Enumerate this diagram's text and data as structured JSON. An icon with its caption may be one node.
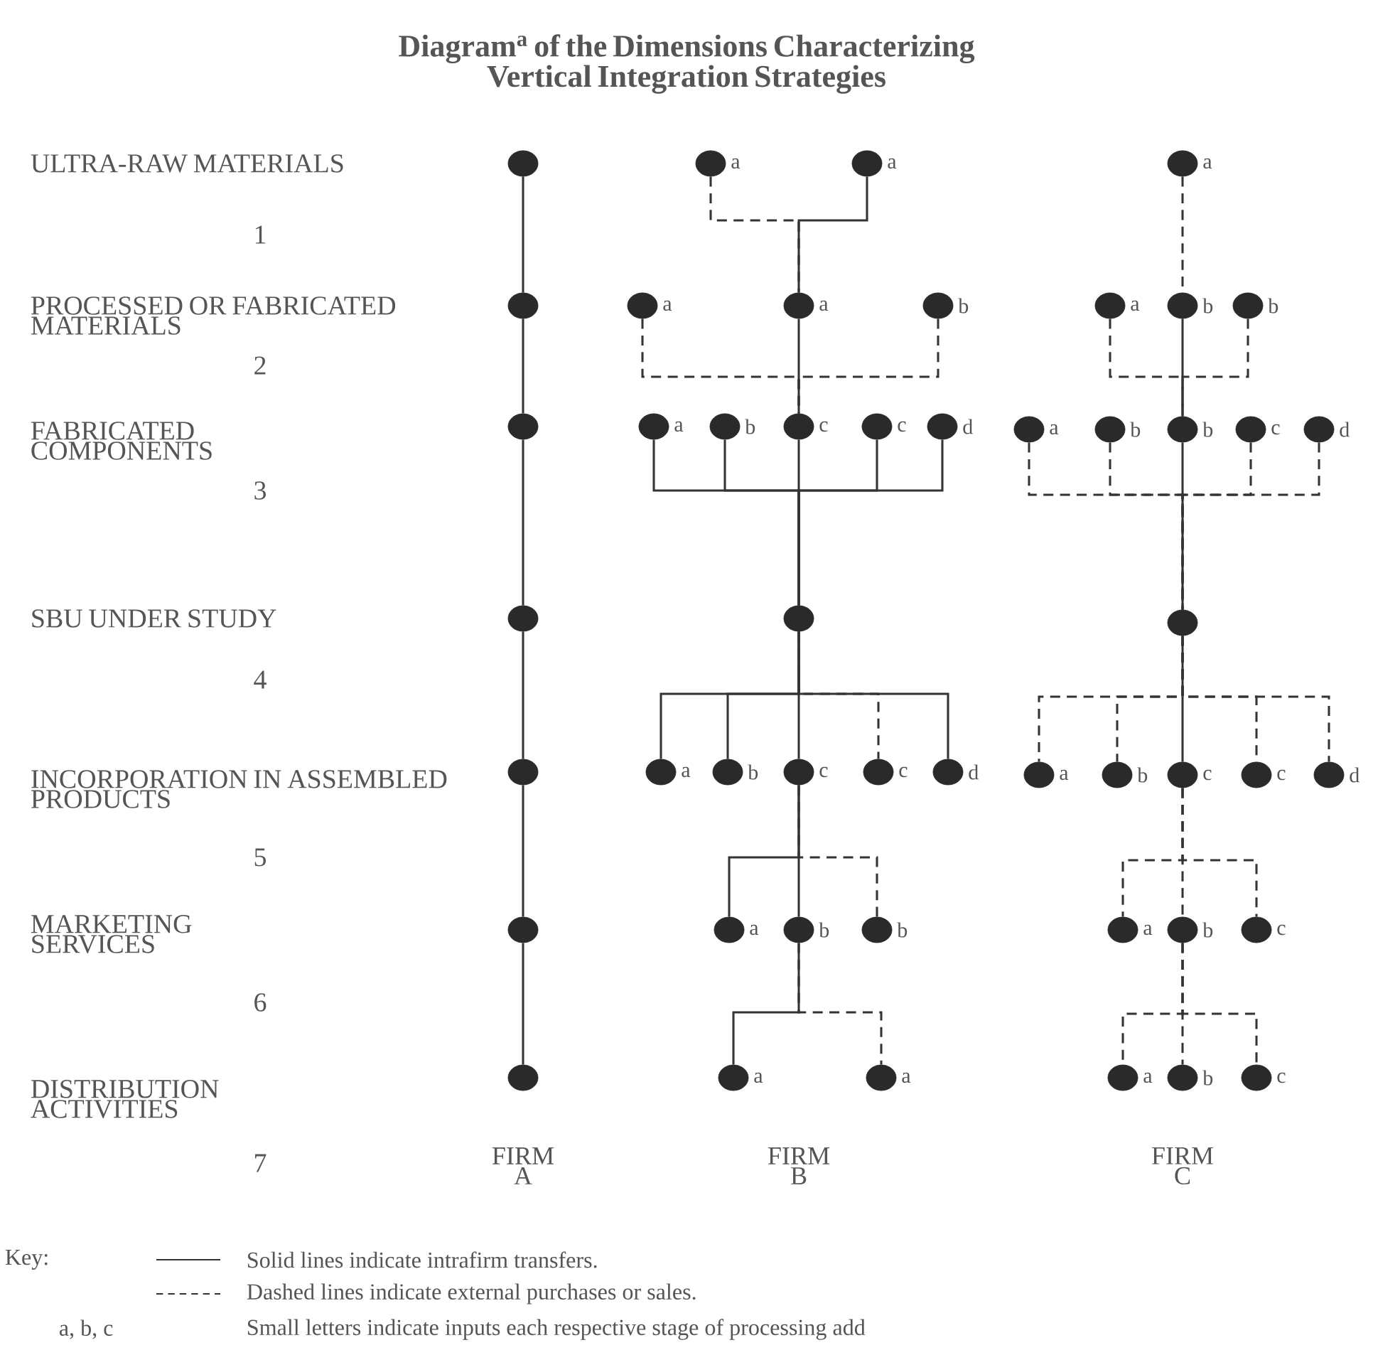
{
  "diagram": {
    "title": "Diagram$^{a}$ of the Dimensions Characterizing Vertical Integration Strategies",
    "nodes": [
      {
        "text": [],
        "shape": "circle"
      },
      {
        "text": [],
        "shape": "circle",
        "beside": [
          "a"
        ]
      },
      {
        "text": [],
        "shape": "circle",
        "beside": [
          "a"
        ]
      },
      {
        "text": [],
        "shape": "circle",
        "beside": [
          "a"
        ]
      },
      {
        "text": [],
        "shape": "circle"
      },
      {
        "text": [],
        "shape": "circle",
        "beside": [
          "a"
        ]
      },
      {
        "text": [],
        "shape": "circle",
        "beside": [
          "a"
        ]
      },
      {
        "text": [],
        "shape": "circle",
        "beside": [
          "b"
        ]
      },
      {
        "text": [],
        "shape": "circle",
        "beside": [
          "a"
        ]
      },
      {
        "text": [],
        "shape": "circle",
        "beside": [
          "b"
        ]
      },
      {
        "text": [],
        "shape": "circle",
        "beside": [
          "b"
        ]
      },
      {
        "text": [],
        "shape": "circle"
      },
      {
        "text": [],
        "shape": "circle",
        "beside": [
          "a"
        ]
      },
      {
        "text": [],
        "shape": "circle",
        "beside": [
          "b"
        ]
      },
      {
        "text": [],
        "shape": "circle",
        "beside": [
          "c"
        ]
      },
      {
        "text": [],
        "shape": "circle",
        "beside": [
          "c"
        ]
      },
      {
        "text": [],
        "shape": "circle",
        "beside": [
          "d"
        ]
      },
      {
        "text": [],
        "shape": "circle",
        "beside": [
          "a"
        ]
      },
      {
        "text": [],
        "shape": "circle",
        "beside": [
          "b"
        ]
      },
      {
        "text": [],
        "shape": "circle",
        "beside": [
          "b"
        ]
      },
      {
        "text": [],
        "shape": "circle",
        "beside": [
          "c"
        ]
      },
      {
        "text": [],
        "shape": "circle",
        "beside": [
          "d"
        ]
      },
      {
        "text": [],
        "shape": "circle"
      },
      {
        "text": [],
        "shape": "circle"
      },
      {
        "text": [],
        "shape": "circle"
      },
      {
        "text": [],
        "shape": "circle"
      },
      {
        "text": [],
        "shape": "circle",
        "beside": [
          "a"
        ]
      },
      {
        "text": [],
        "shape": "circle",
        "beside": [
          "b"
        ]
      },
      {
        "text": [],
        "shape": "circle",
        "beside": [
          "c"
        ]
      },
      {
        "text": [],
        "shape": "circle",
        "beside": [
          "c"
        ]
      },
      {
        "text": [],
        "shape": "circle",
        "beside": [
          "d"
        ]
      },
      {
        "text": [],
        "shape": "circle",
        "beside": [
          "a"
        ]
      },
      {
        "text": [],
        "shape": "circle",
        "beside": [
          "b"
        ]
      },
      {
        "text": [],
        "shape": "circle",
        "beside": [
          "c"
        ]
      },
      {
        "text": [],
        "shape": "circle",
        "beside": [
          "c"
        ]
      },
      {
        "text": [],
        "shape": "circle",
        "beside": [
          "d"
        ]
      },
      {
        "text": [],
        "shape": "circle"
      },
      {
        "text": [],
        "shape": "circle",
        "beside": [
          "a"
        ]
      },
      {
        "text": [],
        "shape": "circle",
        "beside": [
          "b"
        ]
      },
      {
        "text": [],
        "shape": "circle",
        "beside": [
          "b"
        ]
      },
      {
        "text": [],
        "shape": "circle",
        "beside": [
          "a"
        ]
      },
      {
        "text": [],
        "shape": "circle",
        "beside": [
          "b"
        ]
      },
      {
        "text": [],
        "shape": "circle",
        "beside": [
          "c"
        ]
      },
      {
        "text": [],
        "shape": "circle"
      },
      {
        "text": [],
        "shape": "circle",
        "beside": [
          "a"
        ]
      },
      {
        "text": [],
        "shape": "circle",
        "beside": [
          "a"
        ]
      },
      {
        "text": [],
        "shape": "circle",
        "beside": [
          "a"
        ]
      },
      {
        "text": [],
        "shape": "circle",
        "beside": [
          "b"
        ]
      },
      {
        "text": [],
        "shape": "circle",
        "beside": [
          "c"
        ]
      }
    ],
    "edges": [
      {
        "from": 0,
        "to": 4,
        "arrow": "none"
      },
      {
        "from": 4,
        "to": 11,
        "arrow": "none"
      },
      {
        "from": 11,
        "to": 22,
        "arrow": "none"
      },
      {
        "from": 22,
        "to": 25,
        "arrow": "none"
      },
      {
        "from": 25,
        "to": 36,
        "arrow": "none"
      },
      {
        "from": 36,
        "to": 43,
        "arrow": "none"
      },
      {
        "from": 1,
        "to": 6,
        "arrow": "none",
        "style": "dashed"
      },
      {
        "from": 2,
        "to": 6,
        "arrow": "none"
      },
      {
        "from": 5,
        "to": 14,
        "arrow": "none",
        "style": "dashed"
      },
      {
        "from": 6,
        "to": 14,
        "arrow": "none"
      },
      {
        "from": 7,
        "to": 14,
        "arrow": "none",
        "style": "dashed"
      },
      {
        "from": 12,
        "to": 23,
        "arrow": "none"
      },
      {
        "from": 13,
        "to": 23,
        "arrow": "none"
      },
      {
        "from": 14,
        "to": 23,
        "arrow": "none"
      },
      {
        "from": 15,
        "to": 23,
        "arrow": "none"
      },
      {
        "from": 16,
        "to": 23,
        "arrow": "none"
      },
      {
        "from": 23,
        "to": 26,
        "arrow": "none"
      },
      {
        "from": 23,
        "to": 27,
        "arrow": "none"
      },
      {
        "from": 23,
        "to": 28,
        "arrow": "none"
      },
      {
        "from": 23,
        "to": 29,
        "arrow": "none",
        "style": "dashed"
      },
      {
        "from": 23,
        "to": 30,
        "arrow": "none"
      },
      {
        "from": 28,
        "to": 37,
        "arrow": "none"
      },
      {
        "from": 28,
        "to": 38,
        "arrow": "none"
      },
      {
        "from": 28,
        "to": 39,
        "arrow": "none",
        "style": "dashed"
      },
      {
        "from": 38,
        "to": 44,
        "arrow": "none"
      },
      {
        "from": 38,
        "to": 45,
        "arrow": "none",
        "style": "dashed"
      },
      {
        "from": 3,
        "to": 9,
        "arrow": "none",
        "style": "dashed"
      },
      {
        "from": 8,
        "to": 19,
        "arrow": "none",
        "style": "dashed"
      },
      {
        "from": 9,
        "to": 19,
        "arrow": "none"
      },
      {
        "from": 10,
        "to": 19,
        "arrow": "none",
        "style": "dashed"
      },
      {
        "from": 17,
        "to": 24,
        "arrow": "none",
        "style": "dashed"
      },
      {
        "from": 18,
        "to": 24,
        "arrow": "none",
        "style": "dashed"
      },
      {
        "from": 19,
        "to": 24,
        "arrow": "none"
      },
      {
        "from": 20,
        "to": 24,
        "arrow": "none",
        "style": "dashed"
      },
      {
        "from": 21,
        "to": 24,
        "arrow": "none",
        "style": "dashed"
      },
      {
        "from": 24,
        "to": 31,
        "arrow": "none",
        "style": "dashed"
      },
      {
        "from": 24,
        "to": 32,
        "arrow": "none",
        "style": "dashed"
      },
      {
        "from": 24,
        "to": 33,
        "arrow": "none"
      },
      {
        "from": 24,
        "to": 34,
        "arrow": "none",
        "style": "dashed"
      },
      {
        "from": 24,
        "to": 35,
        "arrow": "none",
        "style": "dashed"
      },
      {
        "from": 33,
        "to": 40,
        "arrow": "none",
        "style": "dashed"
      },
      {
        "from": 33,
        "to": 41,
        "arrow": "none",
        "style": "dashed"
      },
      {
        "from": 33,
        "to": 42,
        "arrow": "none",
        "style": "dashed"
      },
      {
        "from": 41,
        "to": 46,
        "arrow": "none",
        "style": "dashed"
      },
      {
        "from": 41,
        "to": 47,
        "arrow": "none",
        "style": "dashed"
      },
      {
        "from": 41,
        "to": 48,
        "arrow": "none",
        "style": "dashed"
      }
    ],
    "labels": [
      "ULTRA-RAW MATERIALS",
      "1",
      "PROCESSED OR FABRICATED MATERIALS",
      "2",
      "FABRICATED COMPONENTS",
      "3",
      "SBU UNDER STUDY",
      "4",
      "INCORPORATION IN ASSEMBLED PRODUCTS",
      "5",
      "MARKETING SERVICES",
      "6",
      "DISTRIBUTION ACTIVITIES",
      "7",
      "FIRM A",
      "FIRM B",
      "FIRM C",
      "Key:",
      "a, b, c",
      "Small letters indicate inputs each respective stage of processing add"
    ],
    "legend": [
      {
        "text": "Solid lines indicate intrafirm transfers."
      },
      {
        "text": "Dashed lines indicate external purchases or sales."
      }
    ]
  }
}
